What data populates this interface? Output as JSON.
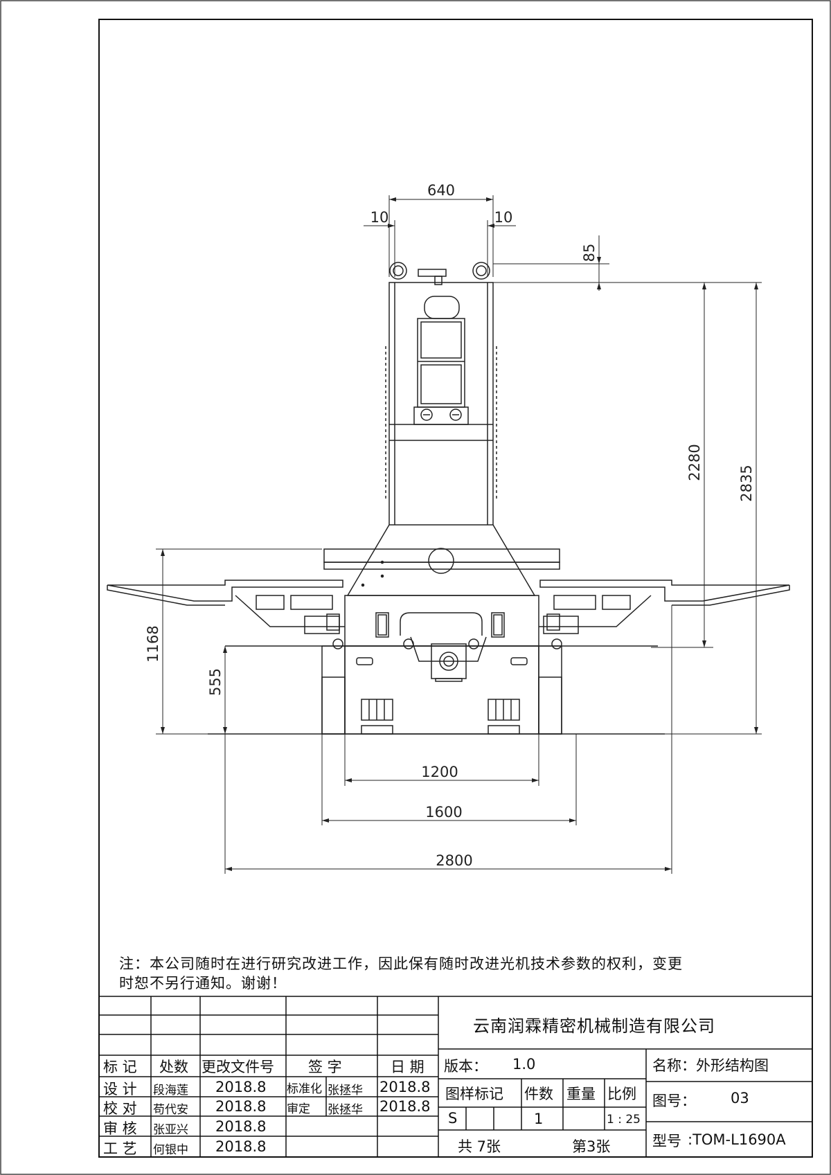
{
  "dimensions": {
    "top_width": "640",
    "left_offset": "10",
    "right_offset": "10",
    "ring_height": "85",
    "column_height": "2280",
    "overall_height": "2835",
    "table_height": "1168",
    "base_height": "555",
    "base_inner_width": "1200",
    "base_outer_width": "1600",
    "overall_width": "2800"
  },
  "note": {
    "line1": "注：本公司随时在进行研究改进工作，因此保有随时改进光机技术参数的权利，变更",
    "line2": "时恕不另行通知。谢谢！"
  },
  "title_block": {
    "company": "云南润霖精密机械制造有限公司",
    "headers": {
      "mark": "标 记",
      "count": "处数",
      "change_doc": "更改文件号",
      "signature": "签 字",
      "date": "日 期"
    },
    "roles": [
      {
        "role": "设 计",
        "name": "段海莲",
        "date": "2018.8"
      },
      {
        "role": "校 对",
        "name": "苟代安",
        "date": "2018.8"
      },
      {
        "role": "审 核",
        "name": "张亚兴",
        "date": "2018.8"
      },
      {
        "role": "工 艺",
        "name": "何银中",
        "date": "2018.8"
      }
    ],
    "standardization": {
      "label": "标准化",
      "name": "张拯华",
      "date": "2018.8"
    },
    "approval": {
      "label": "审定",
      "name": "张拯华",
      "date": "2018.8"
    },
    "version_label": "版本：",
    "version": "1.0",
    "sample_mark_label": "图样标记",
    "quantity_label": "件数",
    "weight_label": "重量",
    "scale_label": "比例",
    "sample_mark": "S",
    "quantity": "1",
    "scale": "1 : 25",
    "total_sheets": "共 7张",
    "sheet_number": "第3张",
    "name_label": "名称：",
    "name": "外形结构图",
    "drawing_no_label": "图号：",
    "drawing_no": "03",
    "model_label": "型号",
    "model": ":TOM-L1690A"
  }
}
